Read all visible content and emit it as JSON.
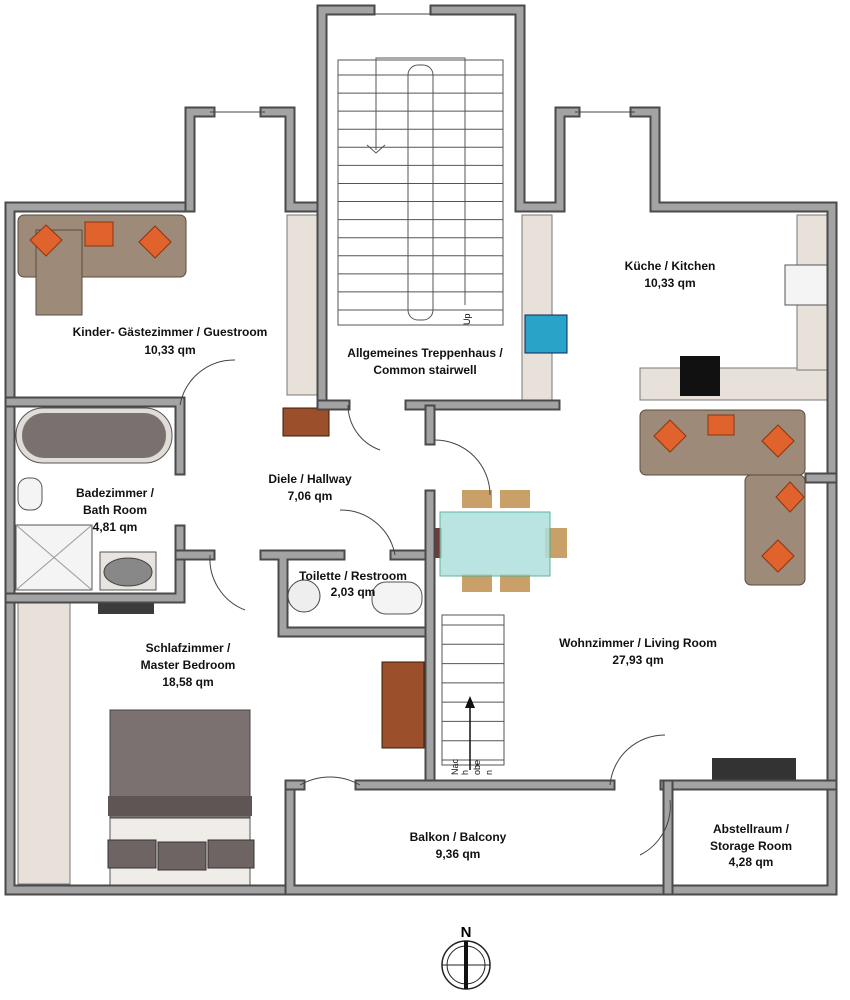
{
  "rooms": {
    "guestroom": {
      "name": "Kinder- Gästezimmer / Guestroom",
      "area": "10,33 qm"
    },
    "stairwell": {
      "name1": "Allgemeines Treppenhaus /",
      "name2": "Common stairwell"
    },
    "kitchen": {
      "name": "Küche / Kitchen",
      "area": "10,33 qm"
    },
    "hallway": {
      "name": "Diele / Hallway",
      "area": "7,06 qm"
    },
    "bathroom": {
      "name1": "Badezimmer /",
      "name2": "Bath Room",
      "area": "4,81 qm"
    },
    "toilet": {
      "name": "Toilette / Restroom",
      "area": "2,03 qm"
    },
    "bedroom": {
      "name1": "Schlafzimmer /",
      "name2": "Master Bedroom",
      "area": "18,58 qm"
    },
    "living": {
      "name": "Wohnzimmer / Living Room",
      "area": "27,93 qm"
    },
    "balcony": {
      "name": "Balkon / Balcony",
      "area": "9,36 qm"
    },
    "storage": {
      "name1": "Abstellraum /",
      "name2": "Storage Room",
      "area": "4,28 qm"
    }
  },
  "stairs": {
    "up_label": "Up",
    "inner_label": [
      "Nac",
      "h",
      "obe",
      "n"
    ]
  },
  "compass": {
    "label": "N"
  },
  "colors": {
    "wall": "#a3a3a3",
    "accent": "#e0622c",
    "sofa": "#9e8a78"
  }
}
